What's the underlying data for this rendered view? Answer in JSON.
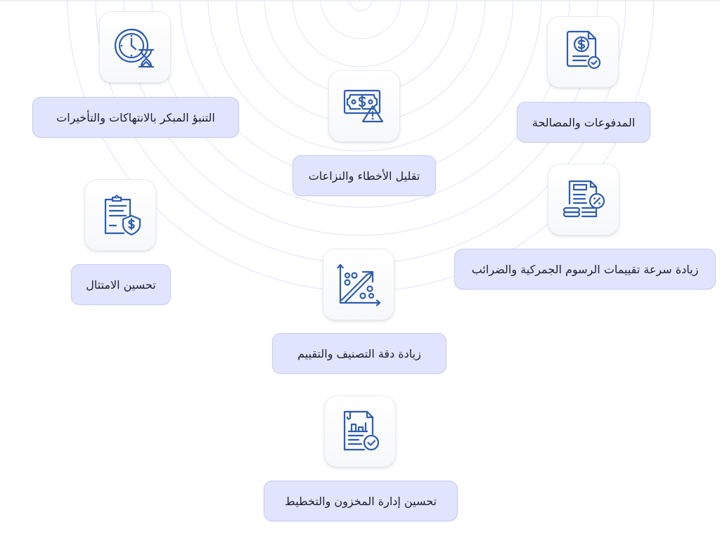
{
  "theme": {
    "accent": "#2d5db0",
    "label_bg": "#e1e4fd",
    "label_border": "#c7cdf6",
    "ring_color": "#e6e9fb"
  },
  "benefits": [
    {
      "label": "التنبؤ المبكر بالانتهاكات والتأخيرات",
      "icon": "clock-hourglass-icon"
    },
    {
      "label": "تقليل الأخطاء والنزاعات",
      "icon": "banknote-warning-icon"
    },
    {
      "label": "المدفوعات والمصالحة",
      "icon": "invoice-dollar-check-icon"
    },
    {
      "label": "تحسين الامتثال",
      "icon": "clipboard-shield-dollar-icon"
    },
    {
      "label": "زيادة سرعة تقييمات الرسوم الجمركية والضرائب",
      "icon": "tax-document-percent-icon"
    },
    {
      "label": "زيادة دقة التصنيف والتقييم",
      "icon": "classification-chart-arrow-icon"
    },
    {
      "label": "تحسين إدارة المخزون والتخطيط",
      "icon": "report-chart-check-icon"
    }
  ]
}
